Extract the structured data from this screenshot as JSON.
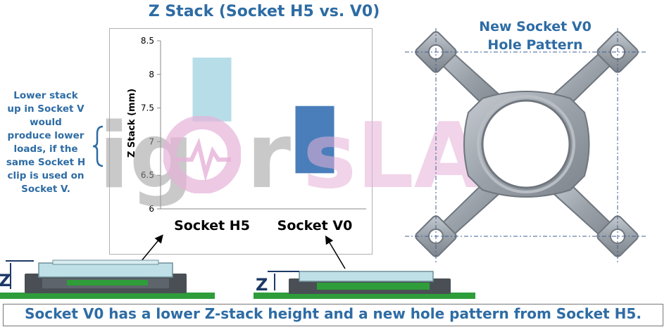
{
  "title": "Z Stack (Socket H5 vs. V0)",
  "note": [
    "Lower stack",
    "up in Socket V",
    "would",
    "produce lower",
    "loads, if the",
    "same Socket H",
    "clip is used on",
    "Socket V."
  ],
  "hole_pattern_title": [
    "New Socket V0",
    "Hole Pattern"
  ],
  "footer": "Socket V0 has a lower Z-stack height and a new hole pattern from Socket H5.",
  "z_label": "Z",
  "watermark": [
    "ig",
    "r",
    "sLAB"
  ],
  "colors": {
    "title_blue": "#2e6ca4",
    "bar_h5": "#b7dde8",
    "bar_v0": "#4a7ebb",
    "watermark_grey": "#9e9e9e",
    "watermark_pink": "#e6b2d8",
    "pcb_green": "#2e9d3a"
  },
  "chart_data": {
    "type": "bar",
    "subtype": "floating-range",
    "categories": [
      "Socket H5",
      "Socket V0"
    ],
    "ranges": [
      {
        "category": "Socket H5",
        "low": 7.3,
        "high": 8.25
      },
      {
        "category": "Socket V0",
        "low": 6.53,
        "high": 7.53
      }
    ],
    "ylabel": "Z Stack (mm)",
    "yticks": [
      "6",
      "6.5",
      "7",
      "7.5",
      "8",
      "8.5"
    ],
    "ylim": [
      6,
      8.5
    ],
    "grid": false
  }
}
